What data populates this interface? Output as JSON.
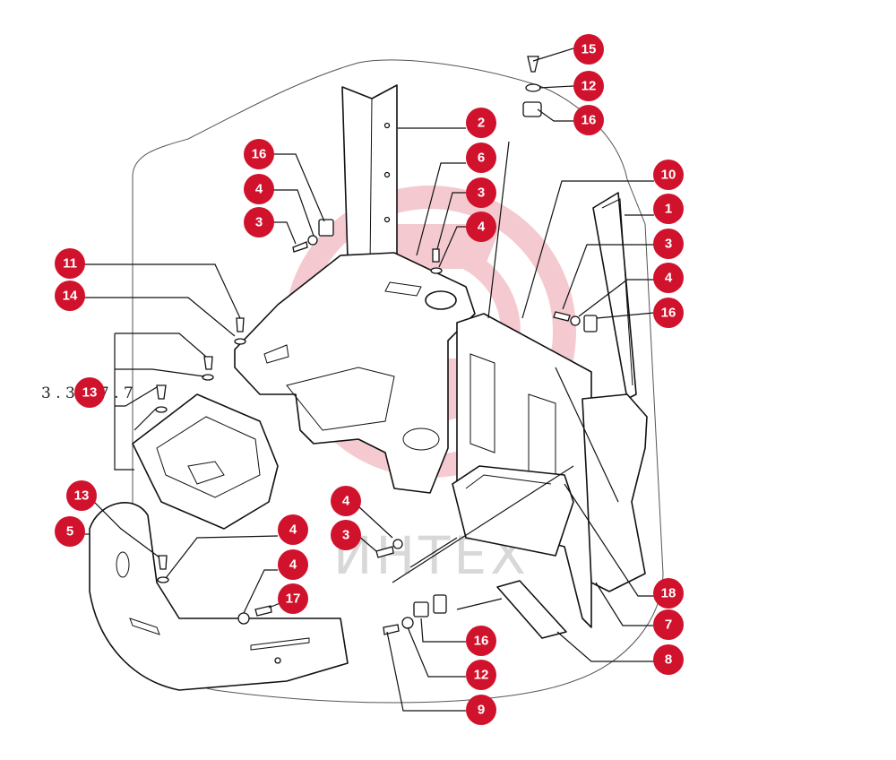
{
  "diagram": {
    "reference_code": "3 . 3.437 . 7",
    "watermark_text": "ИНТЕХ",
    "callout_color": "#d0122c",
    "callouts": [
      {
        "id": "c15-top",
        "label": "15"
      },
      {
        "id": "c12-top",
        "label": "12"
      },
      {
        "id": "c16-top",
        "label": "16"
      },
      {
        "id": "c2",
        "label": "2"
      },
      {
        "id": "c6",
        "label": "6"
      },
      {
        "id": "c10",
        "label": "10"
      },
      {
        "id": "c1",
        "label": "1"
      },
      {
        "id": "c16-a",
        "label": "16"
      },
      {
        "id": "c4-a",
        "label": "4"
      },
      {
        "id": "c3-a",
        "label": "3"
      },
      {
        "id": "c3-b",
        "label": "3"
      },
      {
        "id": "c4-b",
        "label": "4"
      },
      {
        "id": "c3-c",
        "label": "3"
      },
      {
        "id": "c4-c",
        "label": "4"
      },
      {
        "id": "c16-b",
        "label": "16"
      },
      {
        "id": "c11",
        "label": "11"
      },
      {
        "id": "c14",
        "label": "14"
      },
      {
        "id": "c13-mid",
        "label": "13"
      },
      {
        "id": "c13",
        "label": "13"
      },
      {
        "id": "c5",
        "label": "5"
      },
      {
        "id": "c4-d",
        "label": "4"
      },
      {
        "id": "c3-d",
        "label": "3"
      },
      {
        "id": "c4-e",
        "label": "4"
      },
      {
        "id": "c4-f",
        "label": "4"
      },
      {
        "id": "c17",
        "label": "17"
      },
      {
        "id": "c16-c",
        "label": "16"
      },
      {
        "id": "c12",
        "label": "12"
      },
      {
        "id": "c9",
        "label": "9"
      },
      {
        "id": "c18",
        "label": "18"
      },
      {
        "id": "c7",
        "label": "7"
      },
      {
        "id": "c8",
        "label": "8"
      }
    ]
  }
}
